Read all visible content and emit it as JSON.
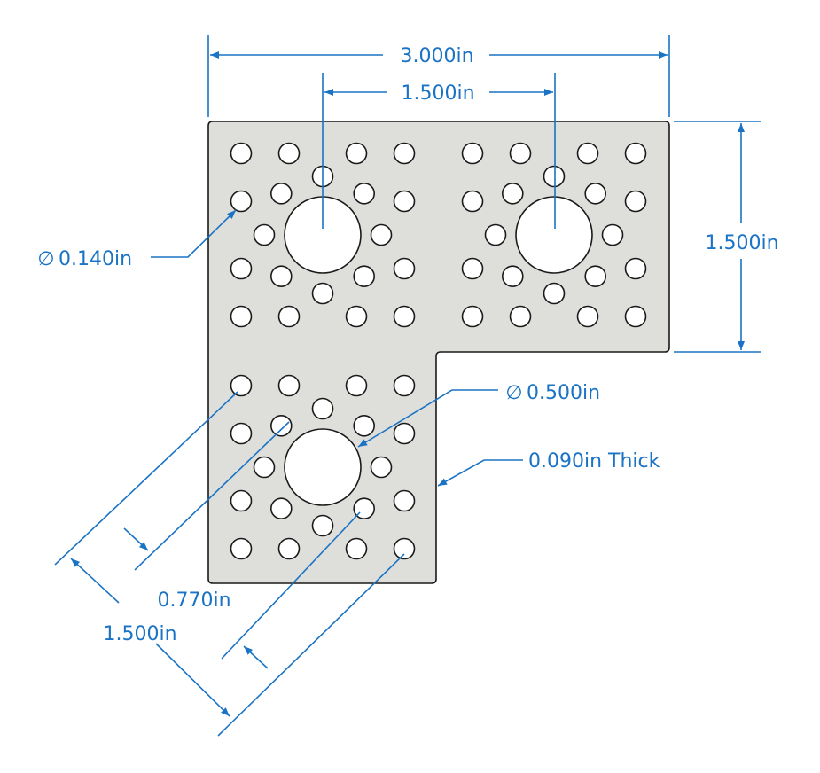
{
  "dimensions": {
    "overall_width": "3.000in",
    "hub_spacing": "1.500in",
    "leg_height": "1.500in",
    "small_hole_dia": "0.140in",
    "large_hole_dia": "0.500in",
    "thickness": "0.090in Thick",
    "diag_offset": "0.770in",
    "diag_leg": "1.500in"
  },
  "diameter_symbol": "∅",
  "colors": {
    "dimension": "#1a73c4",
    "plate_fill": "#dededb",
    "outline": "#1a1a1a"
  }
}
